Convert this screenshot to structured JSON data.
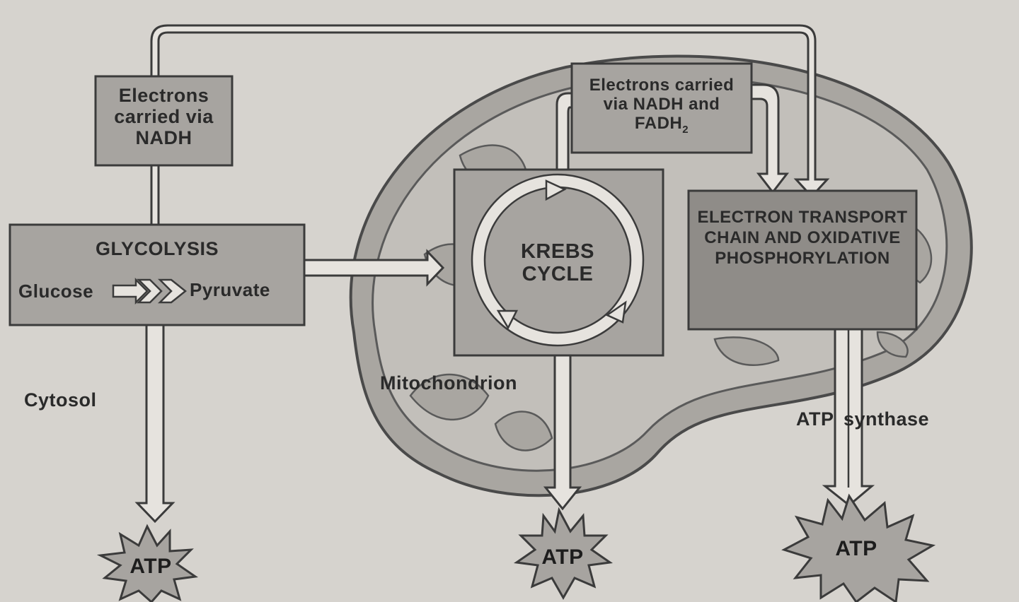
{
  "labels": {
    "nadh_box": "Electrons carried via NADH",
    "glycolysis_title": "GLYCOLYSIS",
    "glucose": "Glucose",
    "pyruvate": "Pyruvate",
    "nadh_fadh_box_line1": "Electrons carried",
    "nadh_fadh_box_line2": "via NADH and",
    "nadh_fadh_box_line3": "FADH",
    "nadh_fadh_box_sub": "2",
    "krebs": "KREBS CYCLE",
    "etc": "ELECTRON TRANSPORT CHAIN AND OXIDATIVE PHOSPHORYLATION",
    "cytosol": "Cytosol",
    "mitochondrion": "Mitochondrion",
    "atp_synthase": "ATP synthase",
    "atp_1": "ATP",
    "atp_2": "ATP",
    "atp_3": "ATP"
  },
  "colors": {
    "background": "#d6d3ce",
    "mito_fill": "#a9a6a1",
    "mito_inner": "#c2bfba",
    "box_fill": "#a7a4a0",
    "box_dark": "#8f8c88",
    "stroke": "#3b3b3b",
    "arrow_fill": "#e6e3de"
  }
}
